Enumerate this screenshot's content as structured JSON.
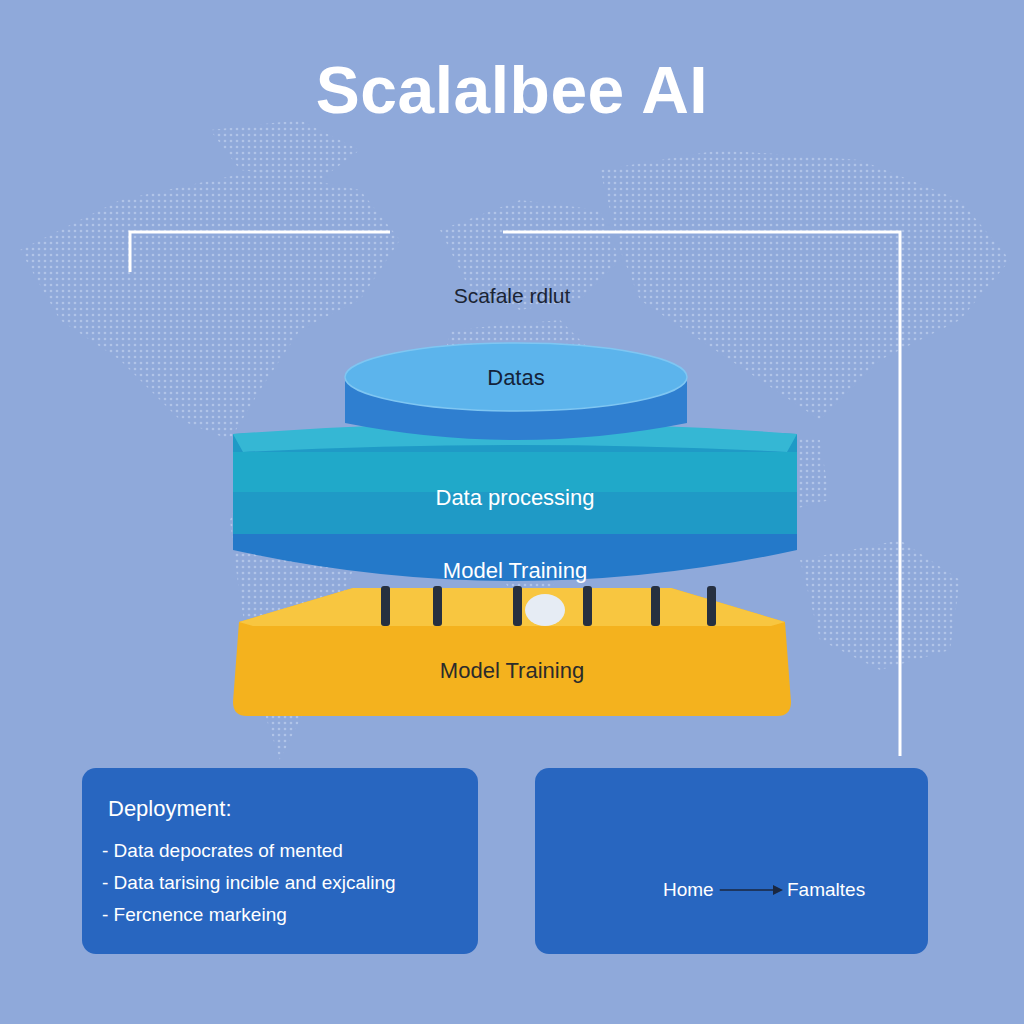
{
  "diagram": {
    "title": "Scalalbee AI",
    "nodes": [
      {
        "text": [
          "Datas"
        ]
      },
      {
        "text": [
          "Data processing"
        ]
      },
      {
        "text": [
          "Model Training"
        ]
      },
      {
        "text": [
          "Model Training"
        ]
      },
      {
        "text": [
          "Deployment:",
          "- Data depocrates of mented",
          "- Data tarising incible and exjcaling",
          "- Fercnence markeing"
        ]
      },
      {
        "text": [
          "Home",
          "Famaltes"
        ]
      }
    ],
    "labels": [
      "Scafale rdlut"
    ]
  }
}
